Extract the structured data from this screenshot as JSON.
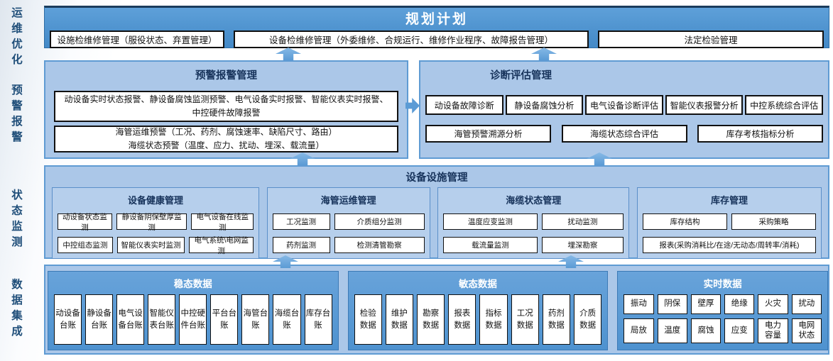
{
  "colors": {
    "band_blue": "#4e94d0",
    "panel_blue": "#abc7e8",
    "accent_blue": "#5b9bd5",
    "title_navy": "#16325a"
  },
  "left_rail": {
    "labels": [
      "运维优化",
      "预警报警",
      "状态监测",
      "数据集成"
    ]
  },
  "planning": {
    "title": "规划计划",
    "items": [
      "设施检维修管理（服役状态、弃置管理）",
      "设备检维修管理（外委维修、合规运行、维修作业程序、故障报告管理）",
      "法定检验管理"
    ]
  },
  "warning": {
    "title": "预警报警管理",
    "realtime_alarm_box": "动设备实时状态报警、静设备腐蚀监测预警、电气设备实时报警、智能仪表实时报警、中控硬件故障报警",
    "subsea_warning_box": "海管运维预警（工况、药剂、腐蚀速率、缺陷尺寸、路由）\n海缆状态预警（温度、应力、扰动、埋深、载流量）"
  },
  "diagnosis": {
    "title": "诊断评估管理",
    "row1": [
      "动设备故障诊断",
      "静设备腐蚀分析",
      "电气设备诊断评估",
      "智能仪表报警分析",
      "中控系统综合评估"
    ],
    "row2": [
      "海管预警溯源分析",
      "海缆状态综合评估",
      "库存考核指标分析"
    ]
  },
  "facility": {
    "title": "设备设施管理",
    "sections": [
      {
        "title": "设备健康管理",
        "rows": [
          [
            "动设备状态监测",
            "静设备阴保壁厚监测",
            "电气设备在线监测"
          ],
          [
            "中控组态监测",
            "智能仪表实时监测",
            "电气系统\\电网监测"
          ]
        ]
      },
      {
        "title": "海管运维管理",
        "rows": [
          [
            "工况监测",
            "介质组分监测"
          ],
          [
            "药剂监测",
            "检测清管勘察"
          ]
        ]
      },
      {
        "title": "海缆状态管理",
        "rows": [
          [
            "温度应变监测",
            "扰动监测"
          ],
          [
            "载流量监测",
            "埋深勘察"
          ]
        ]
      },
      {
        "title": "库存管理",
        "rows": [
          [
            "库存结构",
            "采购策略"
          ],
          [
            "报表(采购消耗比/在途/无动态/周转率/消耗)"
          ]
        ]
      }
    ]
  },
  "data_integration": {
    "steady": {
      "title": "稳态数据",
      "cells": [
        "动设备\n台账",
        "静设备\n台账",
        "电气设\n备台账",
        "智能仪\n表台账",
        "中控硬\n件台账",
        "平台台\n账",
        "海管台\n账",
        "海缆台\n账",
        "库存台\n账"
      ]
    },
    "agile": {
      "title": "敏态数据",
      "cells": [
        "检验\n数据",
        "维护\n数据",
        "勘察\n数据",
        "报表\n数据",
        "指标\n数据",
        "工况\n数据",
        "药剂\n数据",
        "介质\n数据"
      ]
    },
    "realtime": {
      "title": "实时数据",
      "rows": [
        [
          "振动",
          "阴保",
          "壁厚",
          "绝缘",
          "火灾",
          "扰动"
        ],
        [
          "局放",
          "温度",
          "腐蚀",
          "应变",
          "电力\n容量",
          "电网\n状态"
        ]
      ]
    }
  }
}
